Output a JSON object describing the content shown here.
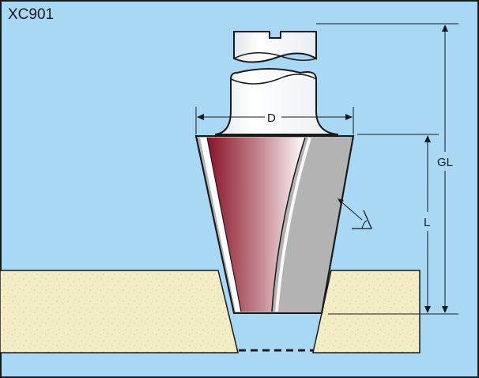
{
  "title": "XC901",
  "labels": {
    "diameter": "D",
    "overall_length": "GL",
    "cutting_length": "L"
  },
  "colors": {
    "background": "#a9d8f5",
    "border": "#1a1a1a",
    "shank": "#ffffff",
    "cutter_red": "#9b1a2e",
    "cutter_grey": "#b3b3b3",
    "workpiece": "#f2ecc4"
  },
  "icons": {
    "angle_symbol": "angle-icon"
  }
}
